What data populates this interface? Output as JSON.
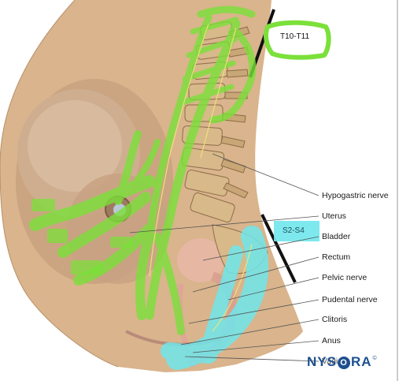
{
  "labels": {
    "t10_t11": "T10-T11",
    "s2_s4": "S2-S4",
    "hypogastric_nerve": "Hypogastric nerve",
    "uterus": "Uterus",
    "bladder": "Bladder",
    "rectum": "Rectum",
    "pelvic_nerve": "Pelvic nerve",
    "pudental_nerve": "Pudental nerve",
    "clitoris": "Clitoris",
    "anus": "Anus",
    "vagina": "Vagina"
  },
  "logo": {
    "text_before": "NYS",
    "text_o": "O",
    "text_after": "RA",
    "mark": "©"
  },
  "colors": {
    "skin": "#d9b48c",
    "fetus": "#c9a78a",
    "nerve_green": "#7be03a",
    "sacral_cyan": "#6fe7ec",
    "bone": "#d8b98a",
    "logo_blue": "#1c4f8f"
  }
}
